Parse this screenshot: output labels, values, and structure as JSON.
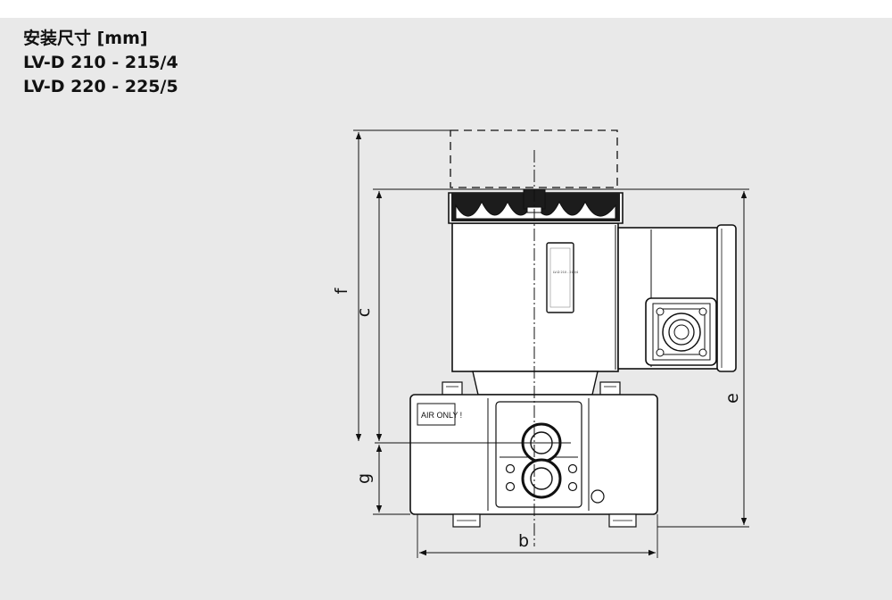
{
  "title": {
    "line1": "安装尺寸 [mm]",
    "line2": "LV-D 210 - 215/4",
    "line3": "LV-D 220 - 225/5"
  },
  "dimensions": {
    "f": "f",
    "c": "c",
    "e": "e",
    "g": "g",
    "b": "b"
  },
  "device": {
    "air_label": "AIR ONLY !",
    "nameplate_lines": [
      "",
      "",
      "LV-D 210 - 215/4",
      "",
      "",
      "",
      ""
    ]
  },
  "colors": {
    "background": "#e9e9e9",
    "outline": "#111111",
    "body_fill": "#ffffff"
  }
}
